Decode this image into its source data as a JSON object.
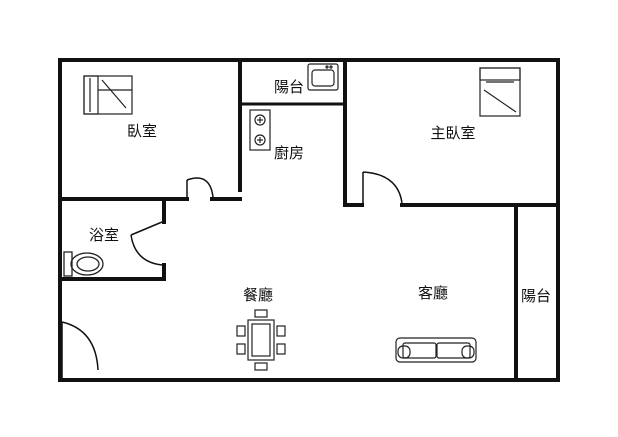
{
  "rooms": {
    "bedroom": "臥室",
    "balcony_top": "陽台",
    "kitchen": "廚房",
    "master_bedroom": "主臥室",
    "bathroom": "浴室",
    "dining": "餐廳",
    "living": "客廳",
    "balcony_right": "陽台"
  },
  "fixtures": {
    "bed_icon": "bed-icon",
    "stove_icon": "gas-stove-icon",
    "sink_icon": "washing-sink-icon",
    "toilet_icon": "toilet-icon",
    "dining_table_icon": "dining-table-icon",
    "sofa_icon": "sofa-icon",
    "door_icon": "door-swing-icon"
  },
  "colors": {
    "wall": "#111111",
    "background": "#ffffff"
  }
}
